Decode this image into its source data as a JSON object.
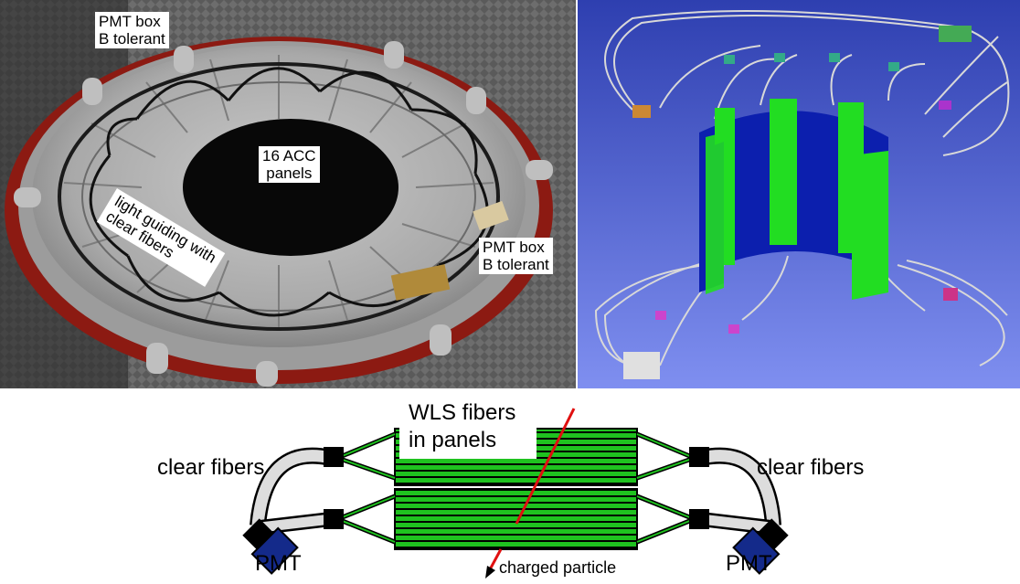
{
  "photo": {
    "labels": {
      "pmt_box_top_line1": "PMT box",
      "pmt_box_top_line2": "B tolerant",
      "acc_panels_line1": "16 ACC",
      "acc_panels_line2": "panels",
      "light_guiding_line1": "light guiding with",
      "light_guiding_line2": "clear fibers",
      "pmt_box_right_line1": "PMT box",
      "pmt_box_right_line2": "B tolerant"
    }
  },
  "render": {
    "colors": {
      "background_top": "#2e3fb0",
      "background_bottom": "#7f8ff0",
      "panel_green": "#22dd22",
      "panel_blue": "#0c1fae"
    }
  },
  "schematic": {
    "labels": {
      "wls_line1": "WLS fibers",
      "wls_line2": "in panels",
      "clear_fibers_left": "clear fibers",
      "clear_fibers_right": "clear fibers",
      "pmt_left": "PMT",
      "pmt_right": "PMT",
      "charged_particle": "charged particle"
    },
    "colors": {
      "panel_green": "#1fc21f",
      "pmt_blue": "#142a8a",
      "particle_red": "#e01010",
      "fiber_gray": "#dddddd"
    }
  }
}
